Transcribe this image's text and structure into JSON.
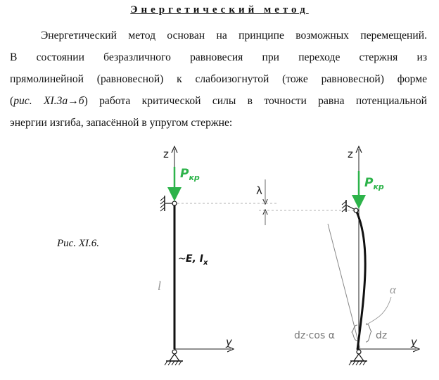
{
  "heading": "Энергетический метод",
  "paragraph": {
    "line1": "Энергетический метод основан на принципе возможных перемещений.",
    "line2": "В состоянии безразличного равновесия при переходе стержня из",
    "line3": "прямолинейной (равновесной) к слабоизогнутой (тоже равновесной) форме",
    "line4_italic": "рис. XI.3а→б",
    "line4_open": "(",
    "line4_rest": ") работа критической силы в точности равна потенциальной",
    "line5": "энергии изгиба, запасённой в упругом стержне:"
  },
  "figure": {
    "caption": "Рис. XI.6.",
    "left": {
      "axis_z": "z",
      "axis_y": "y",
      "force_label": "P",
      "force_sub": "кр",
      "stiffness": "E, I",
      "stiffness_sub": "x",
      "length": "l"
    },
    "middle": {
      "displacement": "λ"
    },
    "right": {
      "axis_z": "z",
      "axis_y": "y",
      "force_label": "P",
      "force_sub": "кр",
      "angle": "α",
      "dz_cos": "dz·cos α",
      "dz": "dz"
    },
    "colors": {
      "force": "#2db34a",
      "ink": "#111111",
      "light": "#9a9a9a"
    }
  }
}
